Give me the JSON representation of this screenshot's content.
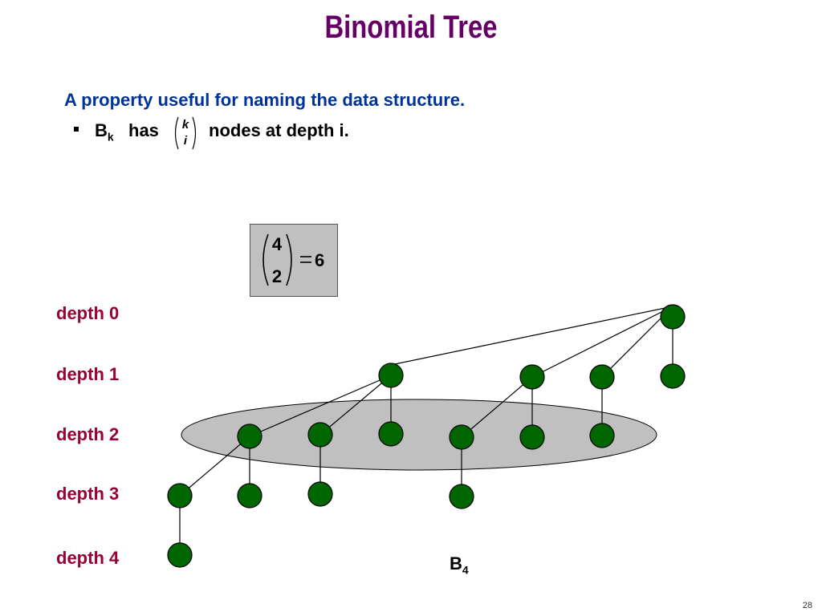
{
  "slide": {
    "title": "Binomial Tree",
    "subtitle": "A property useful for naming the data structure.",
    "bullet": {
      "b": "B",
      "k": "k",
      "has": "has",
      "binom_top": "k",
      "binom_bottom": "i",
      "tail": "nodes at depth i."
    },
    "example": {
      "top": "4",
      "bottom": "2",
      "result": "6"
    },
    "depth_labels": [
      "depth 0",
      "depth 1",
      "depth 2",
      "depth 3",
      "depth 4"
    ],
    "tree_label": {
      "b": "B",
      "sub": "4"
    },
    "page_number": "28"
  },
  "colors": {
    "title": "#660066",
    "subtitle": "#003399",
    "depth_label": "#990033",
    "node_fill": "#006600",
    "highlight_fill": "#c0c0c0"
  }
}
